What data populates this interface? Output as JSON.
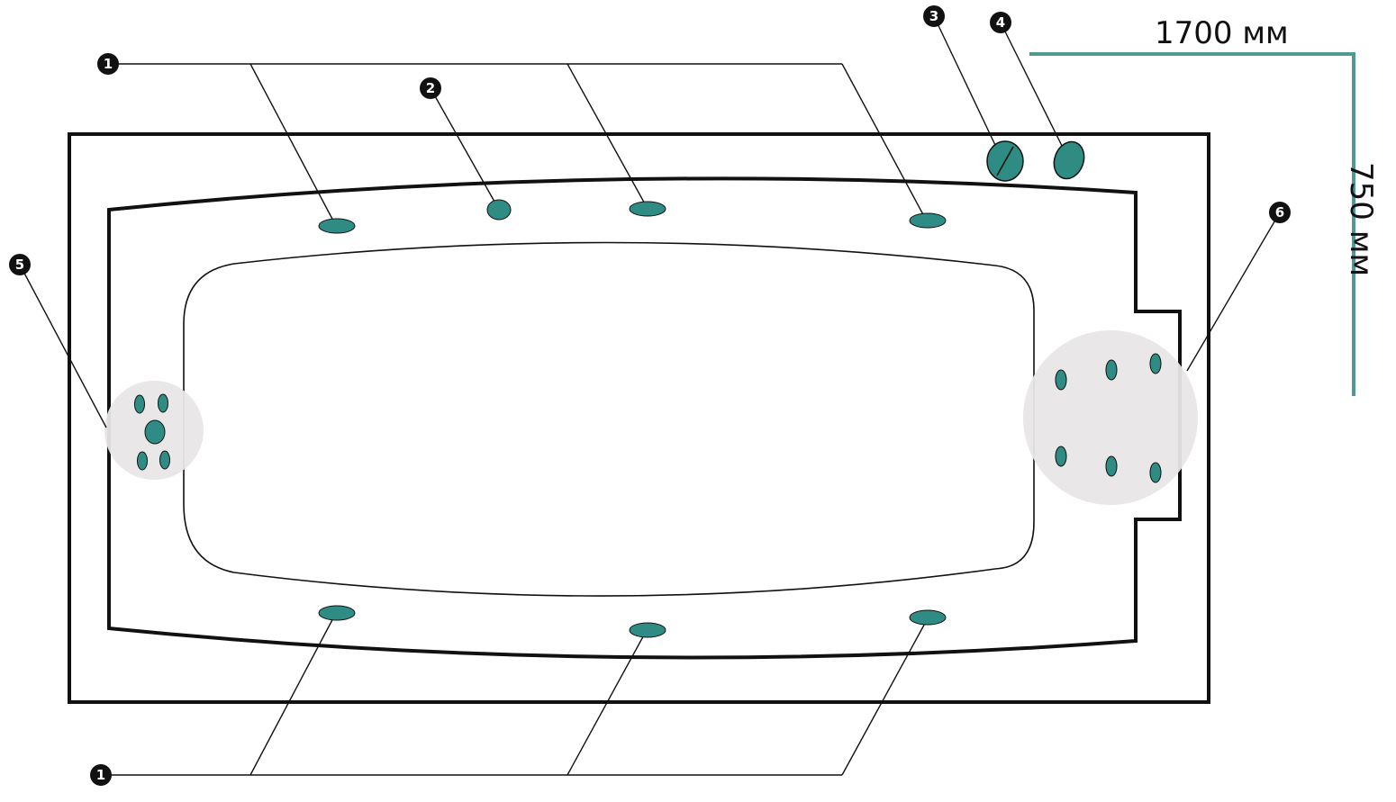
{
  "dimensions": {
    "length": "1700 мм",
    "width": "750 мм"
  },
  "callouts": [
    {
      "number": "1",
      "component": "side-jet"
    },
    {
      "number": "2",
      "component": "small-jet"
    },
    {
      "number": "3",
      "component": "control-knob"
    },
    {
      "number": "4",
      "component": "air-button"
    },
    {
      "number": "5",
      "component": "foot-massage-zone"
    },
    {
      "number": "6",
      "component": "back-massage-zone"
    },
    {
      "number": "1",
      "component": "side-jet"
    }
  ],
  "colors": {
    "jet": "#2f8c84",
    "dimension_line": "#4e9a93",
    "outline": "#111111",
    "zone_fill": "#e8e6e6",
    "marker": "#111111"
  }
}
